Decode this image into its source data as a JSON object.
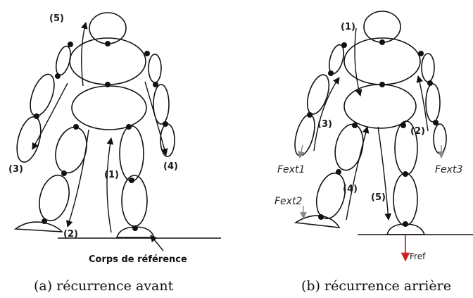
{
  "panel_a": {
    "labels": [
      "(5)",
      "(3)",
      "(1)",
      "(4)",
      "(2)"
    ],
    "reference_body": "Corps de référence",
    "caption": "(a) récurrence avant"
  },
  "panel_b": {
    "labels": [
      "(1)",
      "(3)",
      "(2)",
      "(4)",
      "(5)"
    ],
    "forces": [
      "Fext1",
      "Fext2",
      "Fext3",
      "Fref"
    ],
    "caption": "(b) récurrence arrière"
  },
  "colors": {
    "line": "#111111",
    "force_arrow": "#888888",
    "reference_force": "#cc2222"
  }
}
